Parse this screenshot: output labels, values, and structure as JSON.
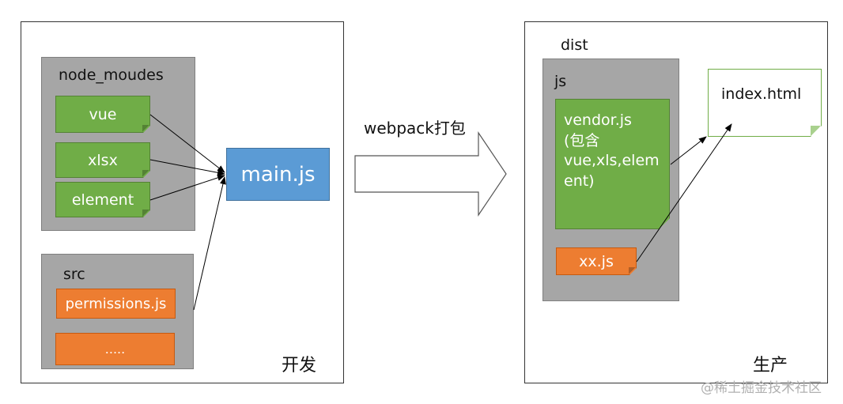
{
  "dev": {
    "label": "开发",
    "node_modules": {
      "title": "node_moudes",
      "items": [
        "vue",
        "xlsx",
        "element"
      ]
    },
    "src": {
      "title": "src",
      "items": [
        "permissions.js",
        "....."
      ]
    },
    "main": "main.js"
  },
  "arrow_label": "webpack打包",
  "prod": {
    "label": "生产",
    "dist": "dist",
    "js_folder": "js",
    "vendor_lines": [
      "vendor.js",
      "(包含",
      "vue,xls,elem",
      "ent)"
    ],
    "xx": "xx.js",
    "index": "index.html"
  },
  "watermark": "@稀土掘金技术社区",
  "colors": {
    "green": "#70ad47",
    "orange": "#ed7d31",
    "blue": "#5b9bd5",
    "gray": "#a6a6a6"
  }
}
